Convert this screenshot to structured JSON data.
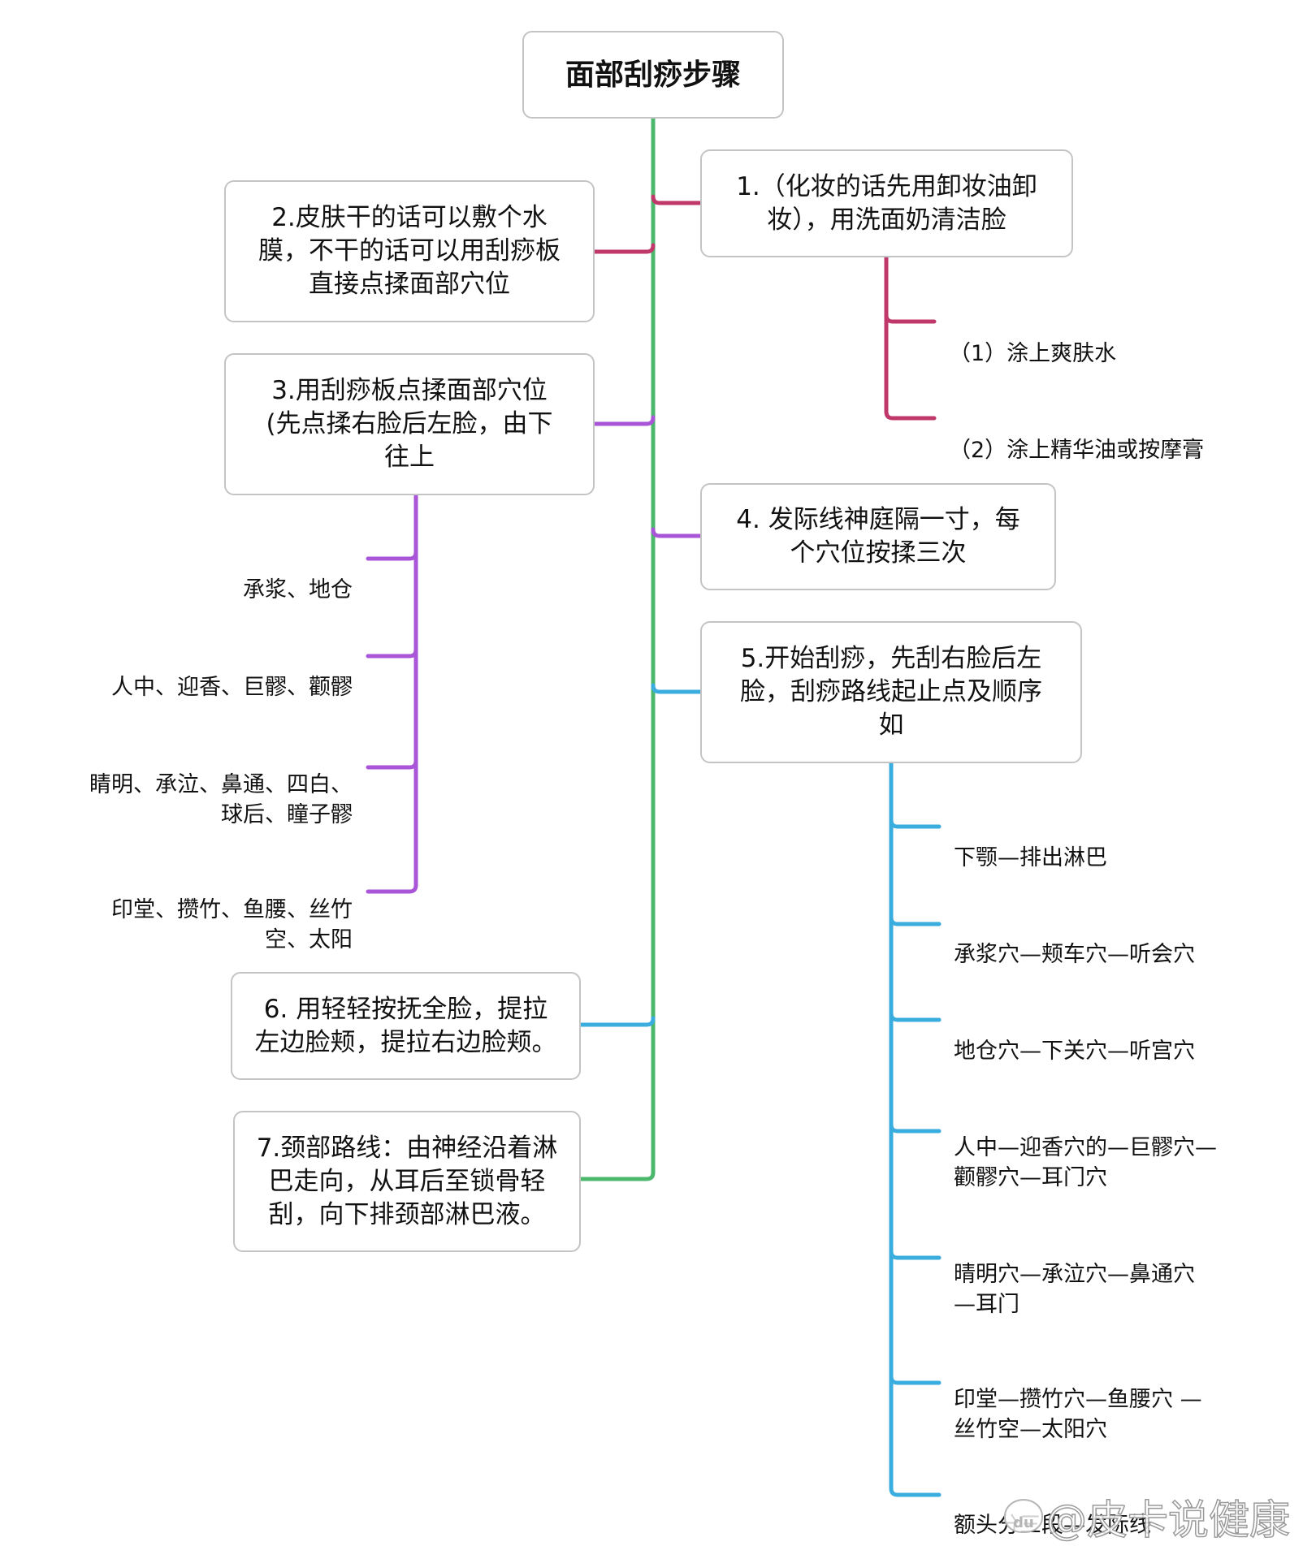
{
  "title": "面部刮痧步骤",
  "colors": {
    "trunk": "#4cb86e",
    "step1": "#c0386a",
    "step2": "#c0386a",
    "step3": "#a855d8",
    "step4": "#a855d8",
    "step5": "#3aacde",
    "step6": "#3aacde",
    "step7": "#4cb86e",
    "border": "#c4c4c4"
  },
  "steps": [
    {
      "id": "step-1",
      "text": "1.（化妆的话先用卸妆油卸\n妆），用洗面奶清洁脸",
      "children": [
        "（1）涂上爽肤水",
        "（2）涂上精华油或按摩膏"
      ]
    },
    {
      "id": "step-2",
      "text": "2.皮肤干的话可以敷个水\n膜，不干的话可以用刮痧板\n直接点揉面部穴位",
      "children": []
    },
    {
      "id": "step-3",
      "text": "3.用刮痧板点揉面部穴位\n(先点揉右脸后左脸，由下\n往上",
      "children": [
        "承浆、地仓",
        "人中、迎香、巨髎、颧髎",
        "睛明、承泣、鼻通、四白、\n球后、瞳子髎",
        "印堂、攒竹、鱼腰、丝竹\n空、太阳"
      ]
    },
    {
      "id": "step-4",
      "text": "4. 发际线神庭隔一寸，每\n个穴位按揉三次",
      "children": []
    },
    {
      "id": "step-5",
      "text": "5.开始刮痧，先刮右脸后左\n脸，刮痧路线起止点及顺序\n如",
      "children": [
        "下颚—排出淋巴",
        "承浆穴—颊车穴—听会穴",
        "地仓穴—下关穴—听宫穴",
        "人中—迎香穴的—巨髎穴—\n颧髎穴—耳门穴",
        " 晴明穴—承泣穴—鼻通穴\n—耳门",
        "印堂—攒竹穴—鱼腰穴 —\n丝竹空—太阳穴",
        "额头分三段—发际线"
      ]
    },
    {
      "id": "step-6",
      "text": "6. 用轻轻按抚全脸，提拉\n左边脸颊，提拉右边脸颊。",
      "children": []
    },
    {
      "id": "step-7",
      "text": "7.颈部路线：由神经沿着淋\n巴走向，从耳后至锁骨轻\n刮，向下排颈部淋巴液。",
      "children": []
    }
  ],
  "watermark": {
    "logo_text": "du",
    "text": "@皮卡说健康"
  }
}
